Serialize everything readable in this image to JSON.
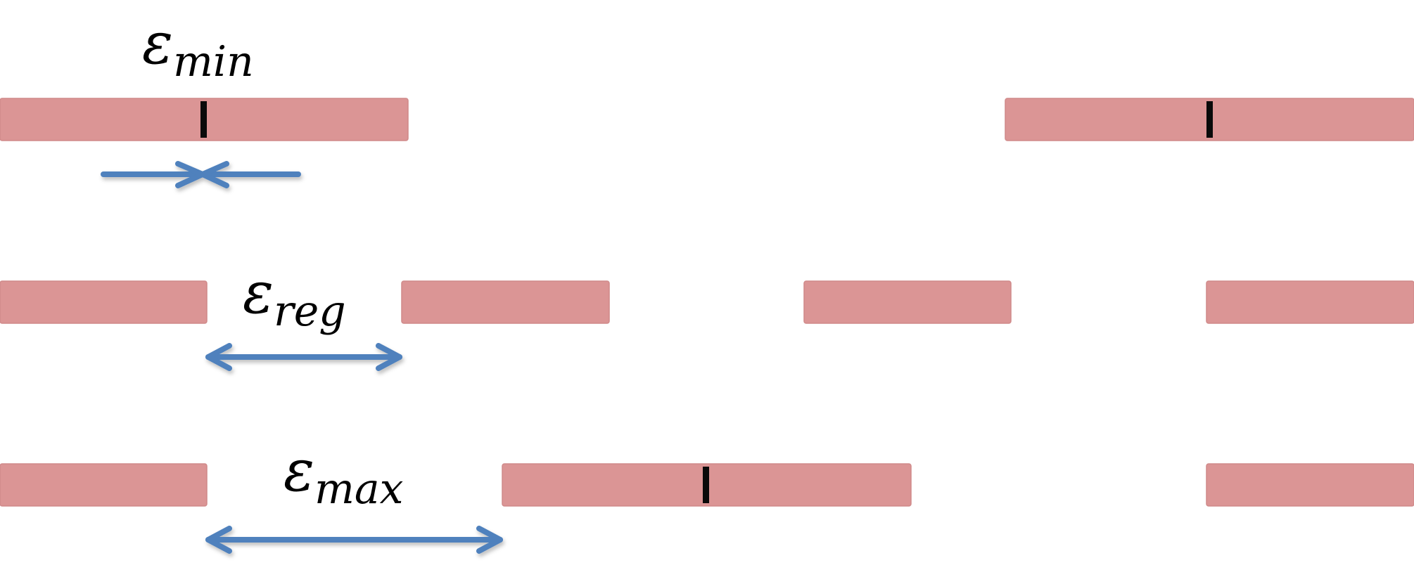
{
  "labels": {
    "min": {
      "symbol": "ε",
      "sub": "min"
    },
    "reg": {
      "symbol": "ε",
      "sub": "reg"
    },
    "max": {
      "symbol": "ε",
      "sub": "max"
    }
  },
  "colors": {
    "bar_fill": "#db9595",
    "arrow": "#4f81bd",
    "tick": "#0a0a0a",
    "text": "#000000"
  }
}
